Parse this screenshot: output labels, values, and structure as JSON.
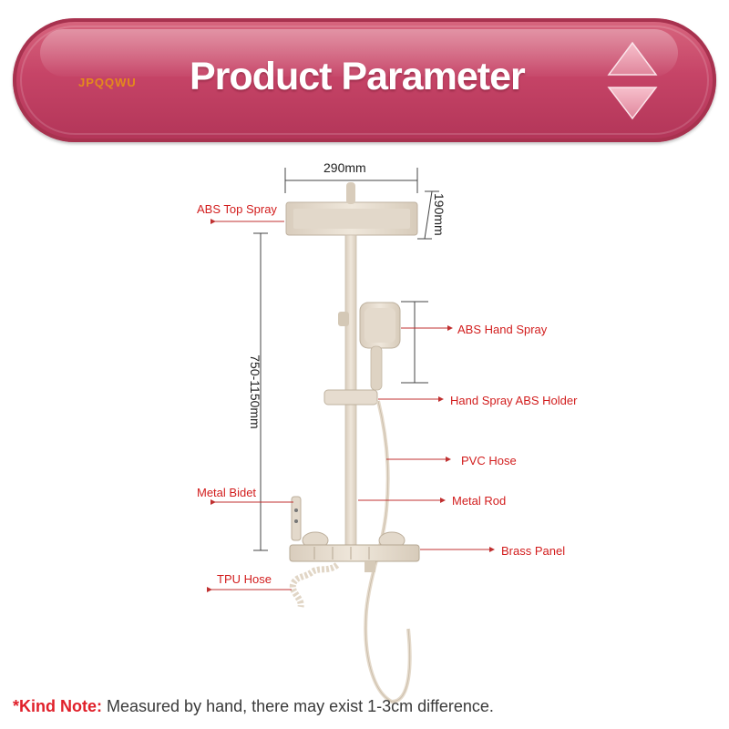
{
  "banner": {
    "brand": "JPQQWU",
    "title": "Product Parameter",
    "scroll_icons": [
      "up-arrow-icon",
      "down-arrow-icon"
    ]
  },
  "dimensions": {
    "width": "290mm",
    "depth": "190mm",
    "height": "750-1150mm"
  },
  "labels": {
    "top_spray": "ABS Top Spray",
    "hand_spray": "ABS Hand Spray",
    "holder": "Hand Spray ABS Holder",
    "hose": "PVC Hose",
    "bidet": "Metal Bidet",
    "rod": "Metal Rod",
    "panel": "Brass Panel",
    "tpu": "TPU Hose"
  },
  "note": {
    "prefix": "*Kind Note:",
    "text": "Measured by hand, there may exist 1-3cm difference."
  },
  "colors": {
    "banner": "#c64467",
    "label": "#d21d1d",
    "product": "#e6dccf"
  }
}
